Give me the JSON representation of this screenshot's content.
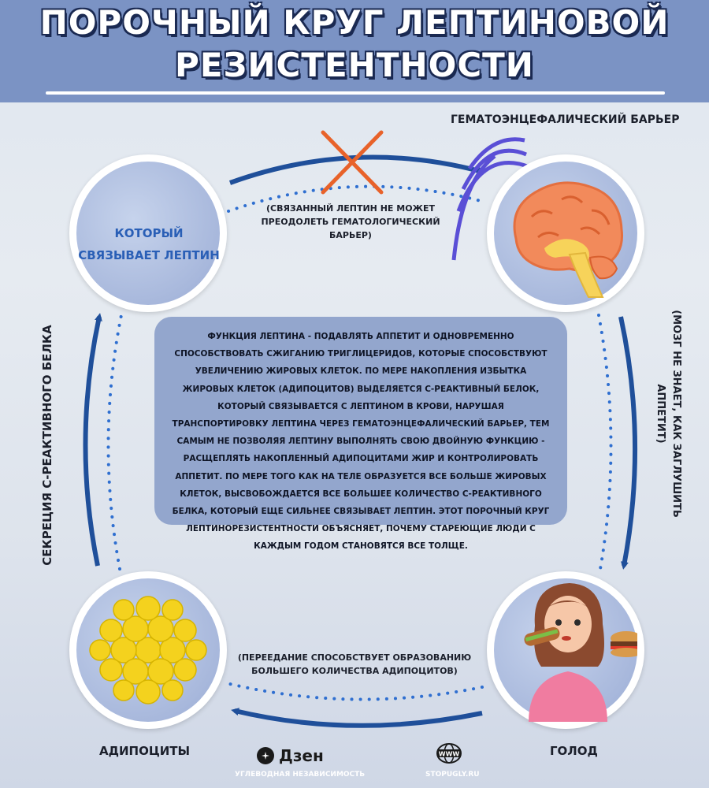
{
  "title": {
    "line1": "ПОРОЧНЫЙ КРУГ ЛЕПТИНОВОЙ",
    "line2": "РЕЗИСТЕНТНОСТИ"
  },
  "barrier_label": "ГЕМАТОЭНЦЕФАЛИЧЕСКИЙ БАРЬЕР",
  "top_left_circle_label": "КОТОРЫЙ СВЯЗЫВАЕТ ЛЕПТИН",
  "top_caption": {
    "line1": "(СВЯЗАННЫЙ ЛЕПТИН НЕ МОЖЕТ",
    "line2": "ПРЕОДОЛЕТЬ ГЕМАТОЛОГИЧЕСКИЙ БАРЬЕР)"
  },
  "right_side_caption": {
    "line1": "(МОЗГ НЕ ЗНАЕТ, КАК ЗАГЛУШИТЬ",
    "line2": "АППЕТИТ)"
  },
  "left_side_caption": "СЕКРЕЦИЯ С-РЕАКТИВНОГО БЕЛКА",
  "center_text": "ФУНКЦИЯ ЛЕПТИНА - ПОДАВЛЯТЬ АППЕТИТ И ОДНОВРЕМЕННО СПОСОБСТВОВАТЬ СЖИГАНИЮ ТРИГЛИЦЕРИДОВ, КОТОРЫЕ СПОСОБСТВУЮТ УВЕЛИЧЕНИЮ ЖИРОВЫХ КЛЕТОК. ПО МЕРЕ НАКОПЛЕНИЯ ИЗБЫТКА ЖИРОВЫХ КЛЕТОК (АДИПОЦИТОВ) ВЫДЕЛЯЕТСЯ С-РЕАКТИВНЫЙ БЕЛОК, КОТОРЫЙ СВЯЗЫВАЕТСЯ С ЛЕПТИНОМ В КРОВИ, НАРУШАЯ ТРАНСПОРТИРОВКУ ЛЕПТИНА ЧЕРЕЗ ГЕМАТОЭНЦЕФАЛИЧЕСКИЙ БАРЬЕР, ТЕМ САМЫМ НЕ ПОЗВОЛЯЯ ЛЕПТИНУ ВЫПОЛНЯТЬ СВОЮ ДВОЙНУЮ ФУНКЦИЮ - РАСЩЕПЛЯТЬ НАКОПЛЕННЫЙ АДИПОЦИТАМИ ЖИР И КОНТРОЛИРОВАТЬ АППЕТИТ. ПО МЕРЕ ТОГО КАК НА ТЕЛЕ ОБРАЗУЕТСЯ ВСЕ БОЛЬШЕ ЖИРОВЫХ КЛЕТОК, ВЫСВОБОЖДАЕТСЯ ВСЕ БОЛЬШЕЕ КОЛИЧЕСТВО С-РЕАКТИВНОГО БЕЛКА, КОТОРЫЙ ЕЩЕ СИЛЬНЕЕ СВЯЗЫВАЕТ ЛЕПТИН. ЭТОТ ПОРОЧНЫЙ КРУГ ЛЕПТИНОРЕЗИСТЕНТНОСТИ ОБЪЯСНЯЕТ, ПОЧЕМУ СТАРЕЮЩИЕ ЛЮДИ С КАЖДЫМ ГОДОМ СТАНОВЯТСЯ ВСЕ ТОЛЩЕ.",
  "bottom_caption": {
    "line1": "(ПЕРЕЕДАНИЕ СПОСОБСТВУЕТ ОБРАЗОВАНИЮ",
    "line2": "БОЛЬШЕГО КОЛИЧЕСТВА АДИПОЦИТОВ)"
  },
  "bottom_labels": {
    "adipocytes": "АДИПОЦИТЫ",
    "hunger": "ГОЛОД"
  },
  "footer": {
    "dzen": "Дзен",
    "dzen_sub": "УГЛЕВОДНАЯ НЕЗАВИСИМОСТЬ",
    "www_badge": "WWW",
    "site": "STOPUGLY.RU"
  },
  "icons": [
    "brain-icon",
    "adipocytes-icon",
    "woman-eating-icon",
    "cross-icon",
    "barrier-arcs-icon",
    "dzen-logo-icon",
    "www-globe-icon"
  ],
  "colors": {
    "header_bg": "#7b93c4",
    "arrow": "#1f4f9a",
    "dots": "#2f6fd0",
    "cross": "#e8622a",
    "barrier": "#5a4fd6",
    "center_box": "#93a6cd"
  }
}
